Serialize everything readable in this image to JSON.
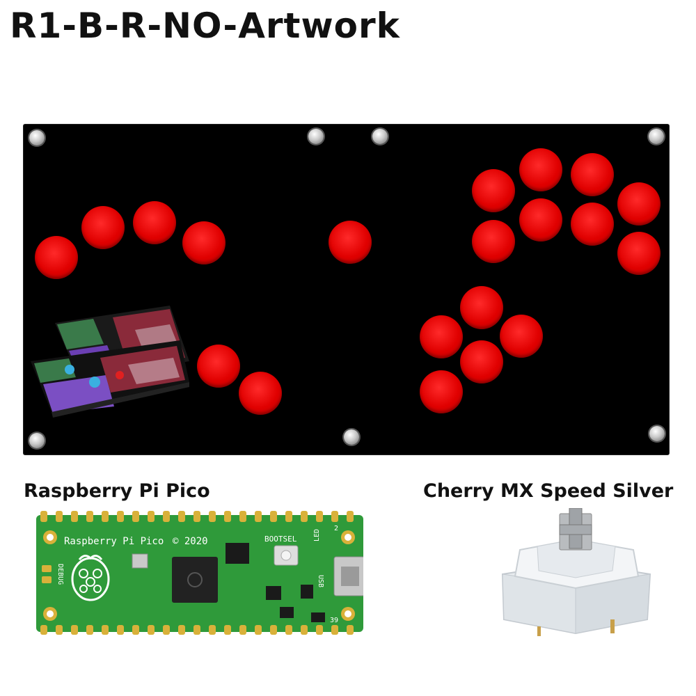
{
  "title": "R1-B-R-NO-Artwork",
  "colors": {
    "panel": "#000000",
    "button": "#e00000",
    "pcb": "#2f9a3a",
    "gold": "#d9b13a"
  },
  "products": {
    "pico_label": "Raspberry Pi Pico",
    "switch_label": "Cherry MX Speed Silver"
  },
  "pico_board": {
    "silkscreen": "Raspberry Pi Pico",
    "year": "© 2020",
    "bootsel": "BOOTSEL",
    "led": "LED",
    "usb": "USB",
    "debug": "DEBUG",
    "pin_top": "2",
    "pin_bottom": "39"
  }
}
